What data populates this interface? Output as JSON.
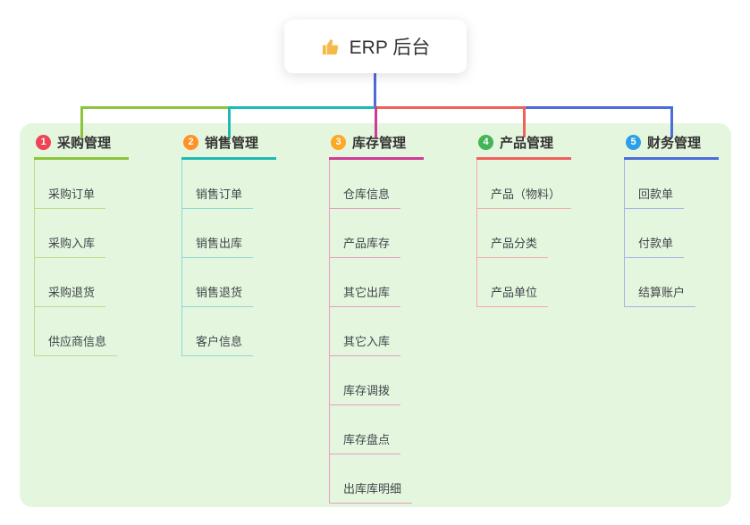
{
  "root": {
    "label": "ERP 后台",
    "icon": "thumbs-up"
  },
  "branches": [
    {
      "index": "1",
      "label": "采购管理",
      "color": "#8cc43c",
      "badge_color": "#ef4356",
      "children": [
        "采购订单",
        "采购入库",
        "采购退货",
        "供应商信息"
      ]
    },
    {
      "index": "2",
      "label": "销售管理",
      "color": "#1fb9b4",
      "badge_color": "#ff9128",
      "children": [
        "销售订单",
        "销售出库",
        "销售退货",
        "客户信息"
      ]
    },
    {
      "index": "3",
      "label": "库存管理",
      "color": "#d23a97",
      "badge_color": "#ffa726",
      "children": [
        "仓库信息",
        "产品库存",
        "其它出库",
        "其它入库",
        "库存调拨",
        "库存盘点",
        "出库库明细"
      ]
    },
    {
      "index": "4",
      "label": "产品管理",
      "color": "#f0615d",
      "badge_color": "#43b457",
      "children": [
        "产品（物料）",
        "产品分类",
        "产品单位"
      ]
    },
    {
      "index": "5",
      "label": "财务管理",
      "color": "#4d6cd9",
      "badge_color": "#2e9fe6",
      "children": [
        "回款单",
        "付款单",
        "结算账户"
      ]
    }
  ],
  "colors": {
    "root_connector": "#4d6cd9",
    "background_panel": "#e4f6de",
    "canvas": "#ffffff"
  }
}
